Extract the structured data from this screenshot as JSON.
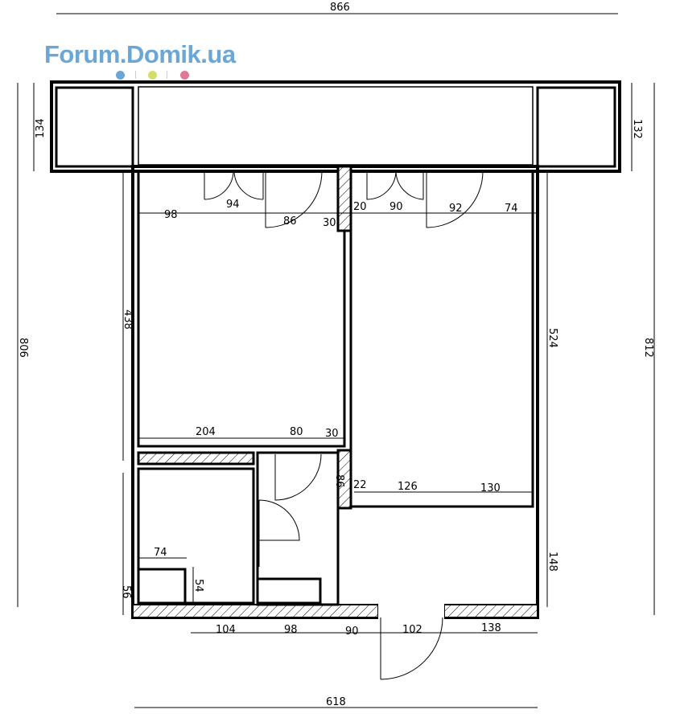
{
  "logo": {
    "text": "Forum.Domik.ua",
    "dot_colors": [
      "#6aa6d6",
      "#d4dc6e",
      "#e07896"
    ]
  },
  "dimensions": {
    "top_total": "866",
    "left_balcony": "134",
    "right_balcony": "132",
    "left_total": "806",
    "right_total": "812",
    "room1_top": [
      "98",
      "94",
      "86",
      "30"
    ],
    "room2_top": [
      "20",
      "90",
      "92",
      "74"
    ],
    "room1_height": "438",
    "room2_height": "524",
    "room1_bottom": [
      "204",
      "80",
      "30"
    ],
    "corridor_small": "86",
    "room2_bottom": [
      "22",
      "126",
      "130"
    ],
    "hall_height": "148",
    "bath_width": "74",
    "bath_niche": "54",
    "bath_left": "56",
    "bottom_row": [
      "104",
      "98",
      "90",
      "102",
      "138"
    ],
    "bottom_total": "618"
  }
}
